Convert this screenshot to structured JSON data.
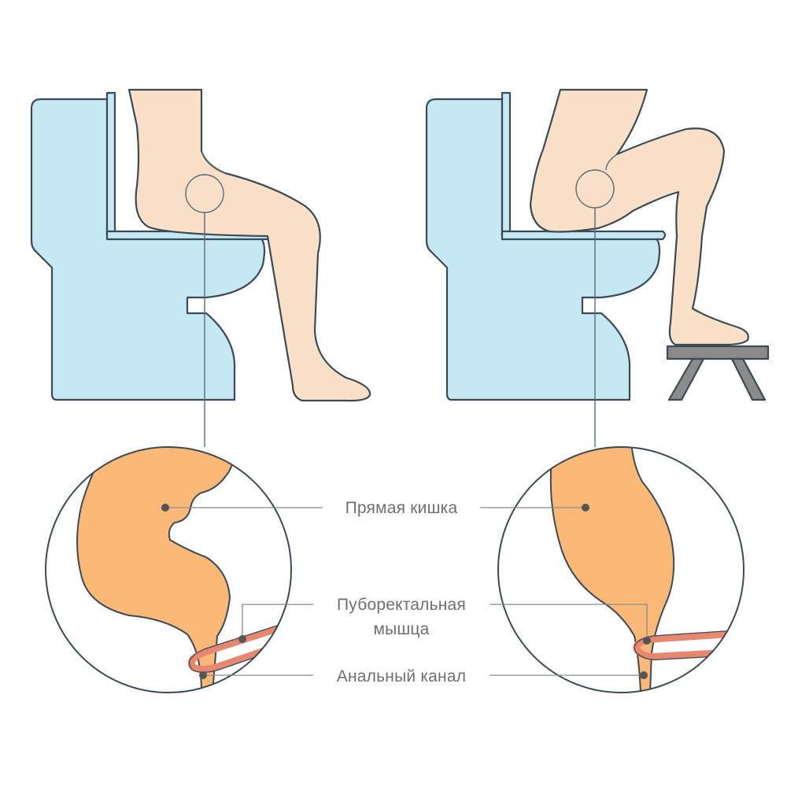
{
  "labels": {
    "rectum": "Прямая кишка",
    "puborectalis_line1": "Пуборектальная",
    "puborectalis_line2": "мышца",
    "anal_canal": "Анальный канал"
  },
  "colors": {
    "toilet_fill": "#c5e8f4",
    "outline": "#3b4a55",
    "skin_fill": "#fbe0c8",
    "rectum_fill": "#fcb876",
    "muscle_stroke": "#e8876f",
    "stool_fill": "#8a8a8a",
    "label_text": "#6f6f6f",
    "dot": "#555555"
  },
  "icons": {
    "left_panel": "toilet-sitting-icon",
    "right_panel": "toilet-squat-with-stool-icon"
  }
}
